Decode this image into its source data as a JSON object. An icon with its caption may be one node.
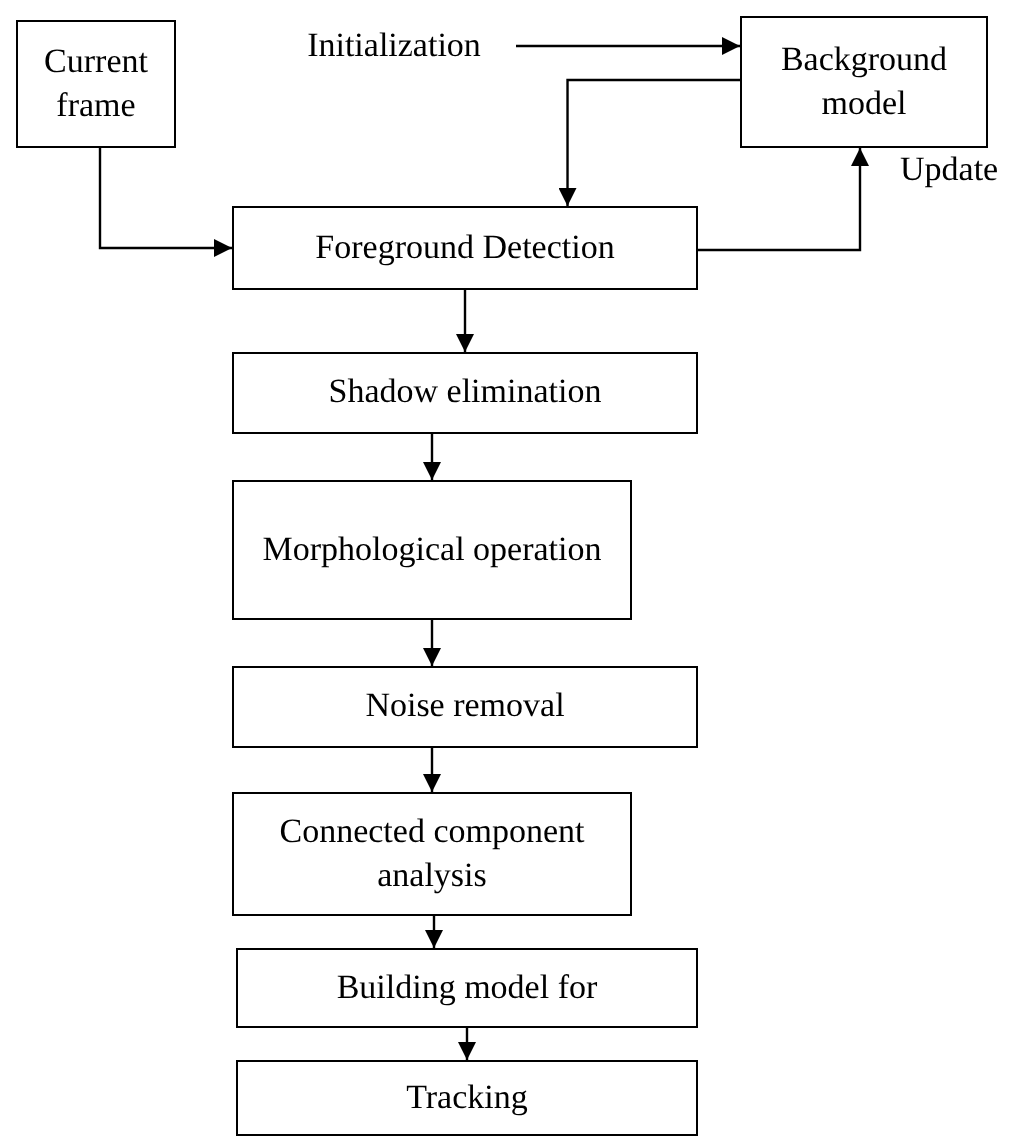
{
  "diagram": {
    "nodes": [
      {
        "text": [
          "Current frame"
        ]
      },
      {
        "text": [
          "Initialization"
        ]
      },
      {
        "text": [
          "Background model"
        ]
      },
      {
        "text": [
          "Foreground Detection"
        ]
      },
      {
        "text": [
          "Shadow elimination"
        ]
      },
      {
        "text": [
          "Morphological operation"
        ]
      },
      {
        "text": [
          "Noise removal"
        ]
      },
      {
        "text": [
          "Connected component analysis"
        ]
      },
      {
        "text": [
          "Building model for"
        ]
      },
      {
        "text": [
          "Tracking"
        ]
      }
    ],
    "edges": [
      {
        "from": 1,
        "to": 2,
        "arrow": "to"
      },
      {
        "from": 2,
        "to": 3,
        "arrow": "to"
      },
      {
        "from": 0,
        "to": 3,
        "arrow": "to"
      },
      {
        "from": 3,
        "to": 2,
        "arrow": "to",
        "label": "Update"
      },
      {
        "from": 3,
        "to": 4,
        "arrow": "to"
      },
      {
        "from": 4,
        "to": 5,
        "arrow": "to"
      },
      {
        "from": 5,
        "to": 6,
        "arrow": "to"
      },
      {
        "from": 6,
        "to": 7,
        "arrow": "to"
      },
      {
        "from": 7,
        "to": 8,
        "arrow": "to"
      },
      {
        "from": 8,
        "to": 9,
        "arrow": "to"
      }
    ]
  }
}
